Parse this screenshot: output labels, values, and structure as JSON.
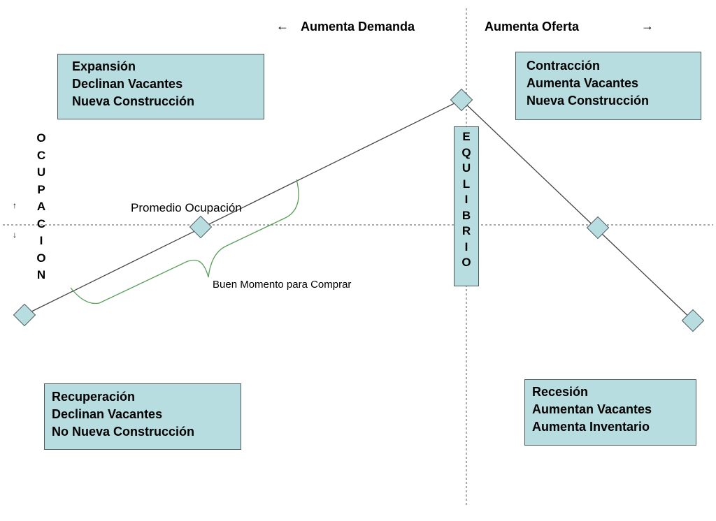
{
  "header": {
    "demand_arrow": "←",
    "demand_label": "Aumenta Demanda",
    "supply_label": "Aumenta Oferta",
    "supply_arrow": "→"
  },
  "boxes": {
    "expansion": [
      "Expansión",
      "Declinan Vacantes",
      "Nueva Construcción"
    ],
    "contraction": [
      "Contracción",
      "Aumenta Vacantes",
      "Nueva Construcción"
    ],
    "recovery": [
      "Recuperación",
      "Declinan Vacantes",
      "No Nueva Construcción"
    ],
    "recession": [
      "Recesión",
      "Aumentan Vacantes",
      "Aumenta Inventario"
    ]
  },
  "vertical_axis_letters": [
    "O",
    "C",
    "U",
    "P",
    "A",
    "C",
    "I",
    "O",
    "N"
  ],
  "vertical_axis_arrows": {
    "up": "↑",
    "down": "↓"
  },
  "equilibrium_letters": [
    "E",
    "Q",
    "U",
    "L",
    "I",
    "B",
    "R",
    "I",
    "O"
  ],
  "annotations": {
    "average_occupancy": "Promedio Ocupación",
    "good_time_to_buy": "Buen Momento para Comprar"
  },
  "colors": {
    "box_fill": "#b7dde0",
    "box_border": "#4d5a5c",
    "line": "#444444",
    "brace": "#5aa05a"
  }
}
